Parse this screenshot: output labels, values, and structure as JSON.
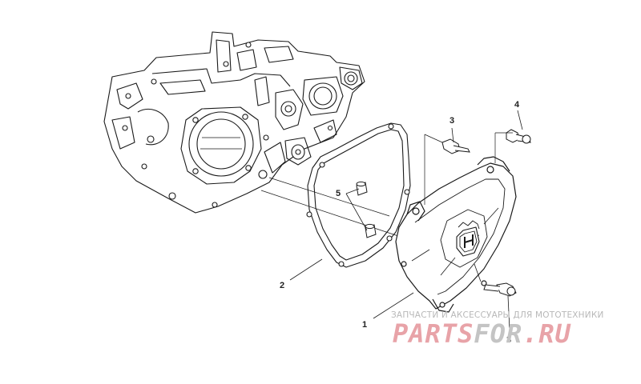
{
  "diagram": {
    "callouts": [
      "1",
      "2",
      "3",
      "4",
      "5",
      "3"
    ]
  },
  "watermark": {
    "caption": "ЗАПЧАСТИ И АКСЕССУАРЫ ДЛЯ МОТОТЕХНИКИ",
    "logo_part1": "PARTS",
    "logo_part2": "FOR",
    "logo_part3": ".RU",
    "colors": {
      "red": "#e8a3a8",
      "gray": "#c4c4c4"
    }
  },
  "icons": [
    "husqvarna-crown-emblem"
  ]
}
